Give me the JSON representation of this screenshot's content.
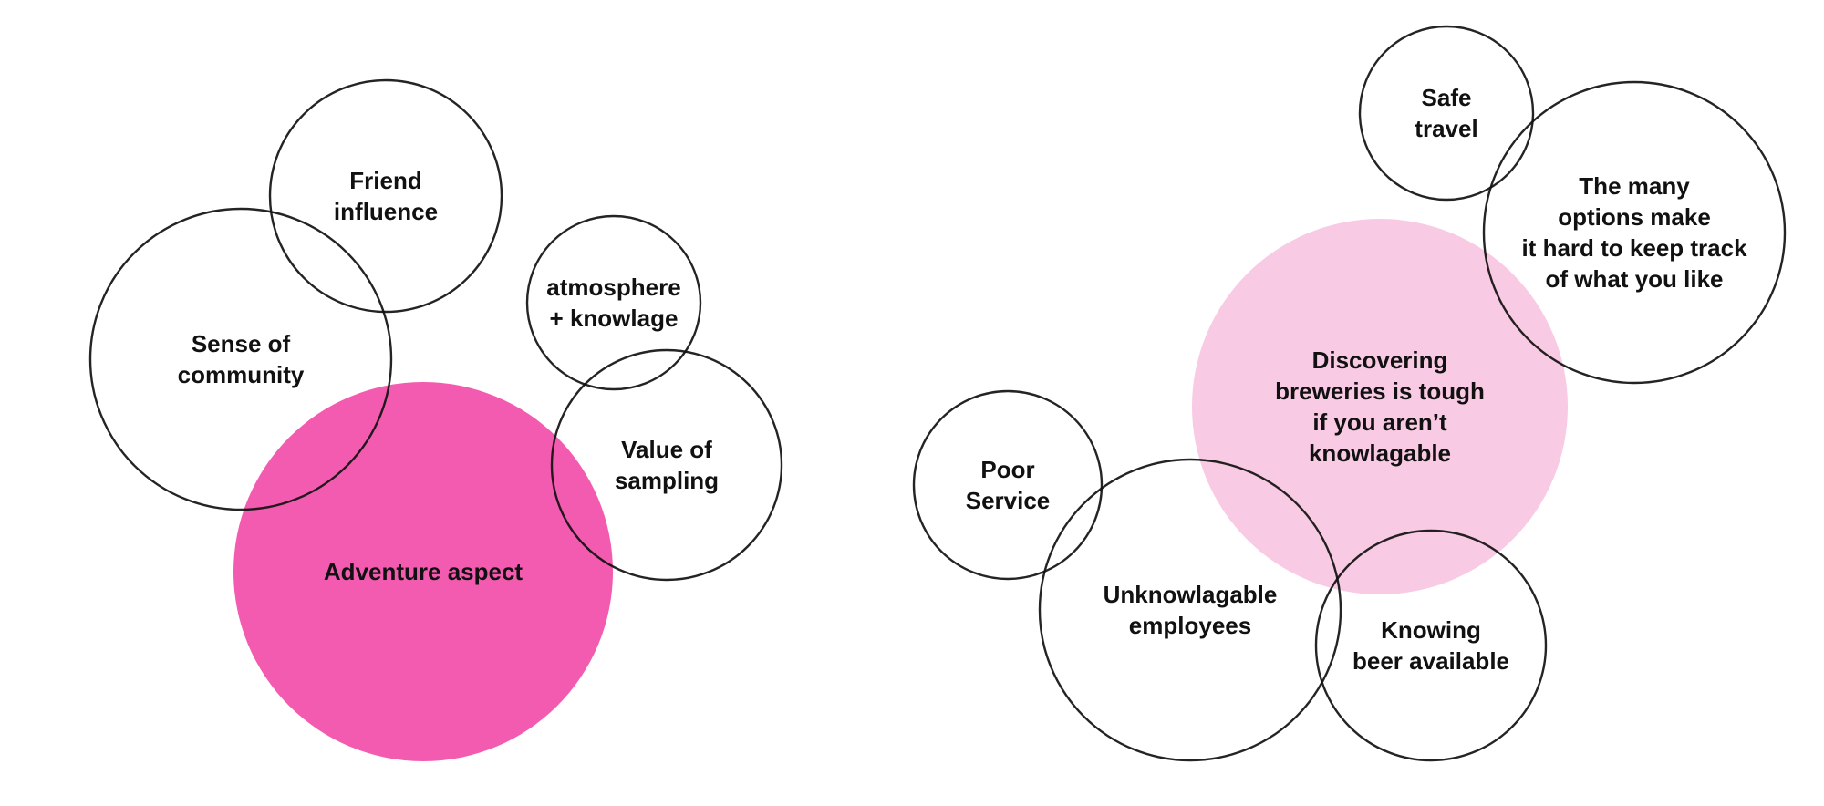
{
  "colors": {
    "strong_pink": "#f35bb0",
    "light_pink": "#f9cae4",
    "stroke": "#111111"
  },
  "clusters": [
    {
      "name": "left",
      "bubbles": [
        {
          "id": "adventure",
          "lines": [
            "Adventure aspect"
          ],
          "style": "strong"
        },
        {
          "id": "friend",
          "lines": [
            "Friend",
            "influence"
          ],
          "style": "outline"
        },
        {
          "id": "community",
          "lines": [
            "Sense of",
            "community"
          ],
          "style": "outline"
        },
        {
          "id": "atmosphere",
          "lines": [
            "atmosphere",
            "+ knowlage"
          ],
          "style": "outline"
        },
        {
          "id": "sampling",
          "lines": [
            "Value of",
            "sampling"
          ],
          "style": "outline"
        }
      ]
    },
    {
      "name": "right",
      "bubbles": [
        {
          "id": "discovering",
          "lines": [
            "Discovering",
            "breweries is tough",
            "if you aren’t",
            "knowlagable"
          ],
          "style": "light"
        },
        {
          "id": "safe",
          "lines": [
            "Safe",
            "travel"
          ],
          "style": "outline"
        },
        {
          "id": "options",
          "lines": [
            "The many",
            "options make",
            "it hard to keep track",
            "of what you like"
          ],
          "style": "outline"
        },
        {
          "id": "poor",
          "lines": [
            "Poor",
            "Service"
          ],
          "style": "outline"
        },
        {
          "id": "employees",
          "lines": [
            "Unknowlagable",
            "employees"
          ],
          "style": "outline"
        },
        {
          "id": "knowing",
          "lines": [
            "Knowing",
            "beer available"
          ],
          "style": "outline"
        }
      ]
    }
  ]
}
